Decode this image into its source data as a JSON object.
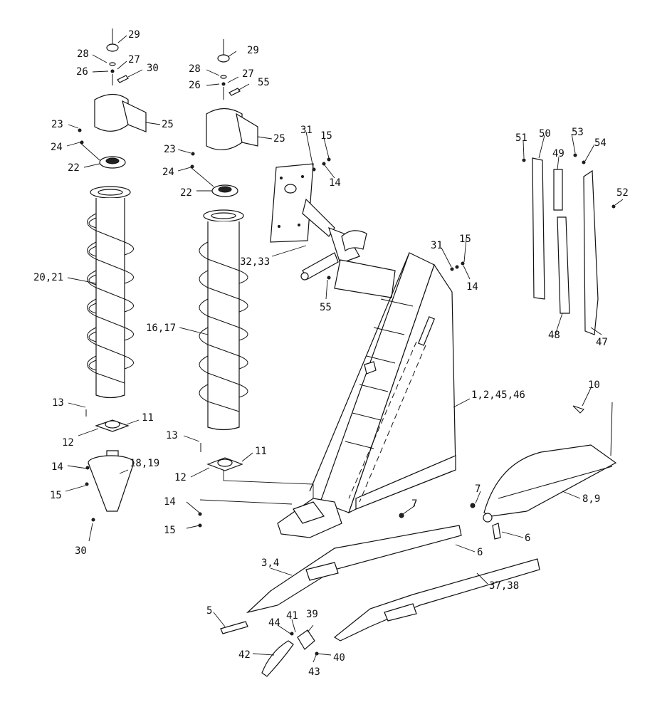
{
  "labels": {
    "l29a": "29",
    "l28a": "28",
    "l27a": "27",
    "l26a": "26",
    "l30a": "30",
    "l25a": "25",
    "l23a": "23",
    "l24a": "24",
    "l22a": "22",
    "l2021": "20,21",
    "l13a": "13",
    "l11a": "11",
    "l12a": "12",
    "l1819": "18,19",
    "l14a": "14",
    "l15a": "15",
    "l30b": "30",
    "l29b": "29",
    "l28b": "28",
    "l27b": "27",
    "l26b": "26",
    "l55a": "55",
    "l25b": "25",
    "l23b": "23",
    "l24b": "24",
    "l22b": "22",
    "l1617": "16,17",
    "l13b": "13",
    "l11b": "11",
    "l12b": "12",
    "l14b": "14",
    "l15b": "15",
    "l31a": "31",
    "l15c": "15",
    "l14c": "14",
    "l3233": "32,33",
    "l55b": "55",
    "l31b": "31",
    "l15d": "15",
    "l14d": "14",
    "l124546": "1,2,45,46",
    "l51": "51",
    "l50": "50",
    "l49": "49",
    "l53": "53",
    "l54": "54",
    "l52": "52",
    "l48": "48",
    "l47": "47",
    "l10": "10",
    "l7a": "7",
    "l6a": "6",
    "l89": "8,9",
    "l7b": "7",
    "l6b": "6",
    "l34": "3,4",
    "l3738": "37,38",
    "l5": "5",
    "l41": "41",
    "l39": "39",
    "l44": "44",
    "l40": "40",
    "l42": "42",
    "l43": "43"
  }
}
